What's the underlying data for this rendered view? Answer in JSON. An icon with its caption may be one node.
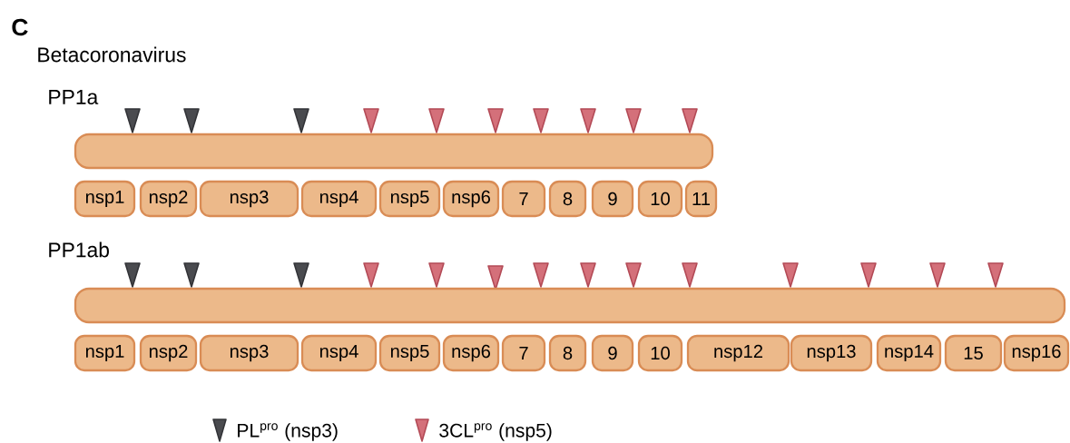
{
  "diagram": {
    "nodes": [
      {
        "text": [
          "PP1a"
        ]
      },
      {
        "text": [
          "nsp1"
        ]
      },
      {
        "text": [
          "nsp2"
        ]
      },
      {
        "text": [
          "nsp3"
        ]
      },
      {
        "text": [
          "nsp4"
        ]
      },
      {
        "text": [
          "nsp5"
        ]
      },
      {
        "text": [
          "nsp6"
        ]
      },
      {
        "text": [
          "7"
        ]
      },
      {
        "text": [
          "8"
        ]
      },
      {
        "text": [
          "9"
        ]
      },
      {
        "text": [
          "10"
        ]
      },
      {
        "text": [
          "11"
        ]
      },
      {
        "text": [
          "PP1ab"
        ]
      },
      {
        "text": [
          "nsp1"
        ]
      },
      {
        "text": [
          "nsp2"
        ]
      },
      {
        "text": [
          "nsp3"
        ]
      },
      {
        "text": [
          "nsp4"
        ]
      },
      {
        "text": [
          "nsp5"
        ]
      },
      {
        "text": [
          "nsp6"
        ]
      },
      {
        "text": [
          "7"
        ]
      },
      {
        "text": [
          "8"
        ]
      },
      {
        "text": [
          "9"
        ]
      },
      {
        "text": [
          "10"
        ]
      },
      {
        "text": [
          "nsp12"
        ]
      },
      {
        "text": [
          "nsp13"
        ]
      },
      {
        "text": [
          "nsp14"
        ]
      },
      {
        "text": [
          "15"
        ]
      },
      {
        "text": [
          "nsp16"
        ]
      }
    ],
    "labels": [
      "C",
      "Betacoronavirus"
    ],
    "legend": [
      {
        "text": "PL$^{pro}$ (nsp3)"
      },
      {
        "text": "3CL$^{pro}$ (nsp5)"
      }
    ]
  }
}
